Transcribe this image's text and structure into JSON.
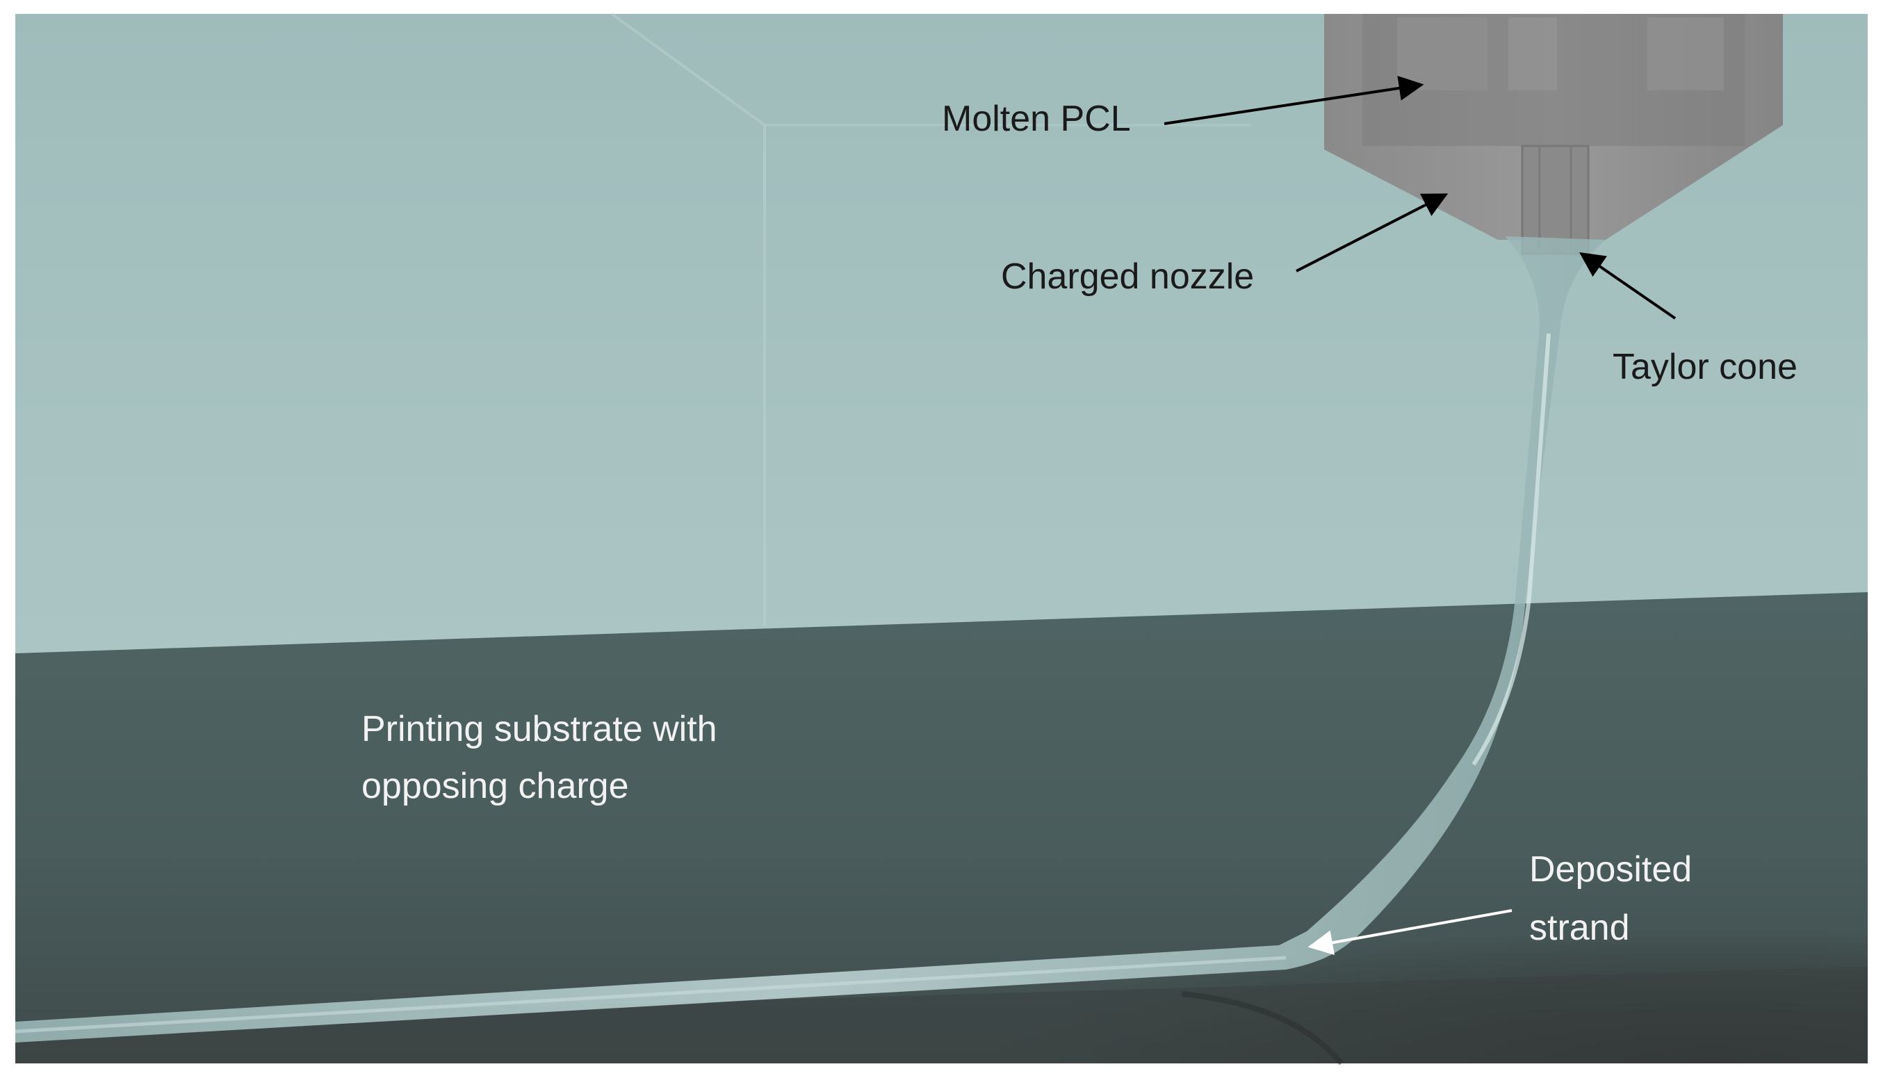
{
  "labels": {
    "molten_pcl": "Molten PCL",
    "charged_nozzle": "Charged nozzle",
    "taylor_cone": "Taylor cone",
    "substrate_line1": "Printing substrate with",
    "substrate_line2": "opposing charge",
    "deposited_line1": "Deposited",
    "deposited_line2": "strand"
  },
  "colors": {
    "background_wall": "#a9c3c2",
    "substrate": "#4c5f5f",
    "substrate_dark": "#363b3b",
    "nozzle_body": "#8e8e8e",
    "nozzle_inner": "#7b7b7b",
    "strand": "#a8c6c6",
    "label_dark": "#1a1a1a",
    "label_light": "#f2f2f2",
    "arrow_dark": "#000000",
    "arrow_light": "#ffffff"
  }
}
